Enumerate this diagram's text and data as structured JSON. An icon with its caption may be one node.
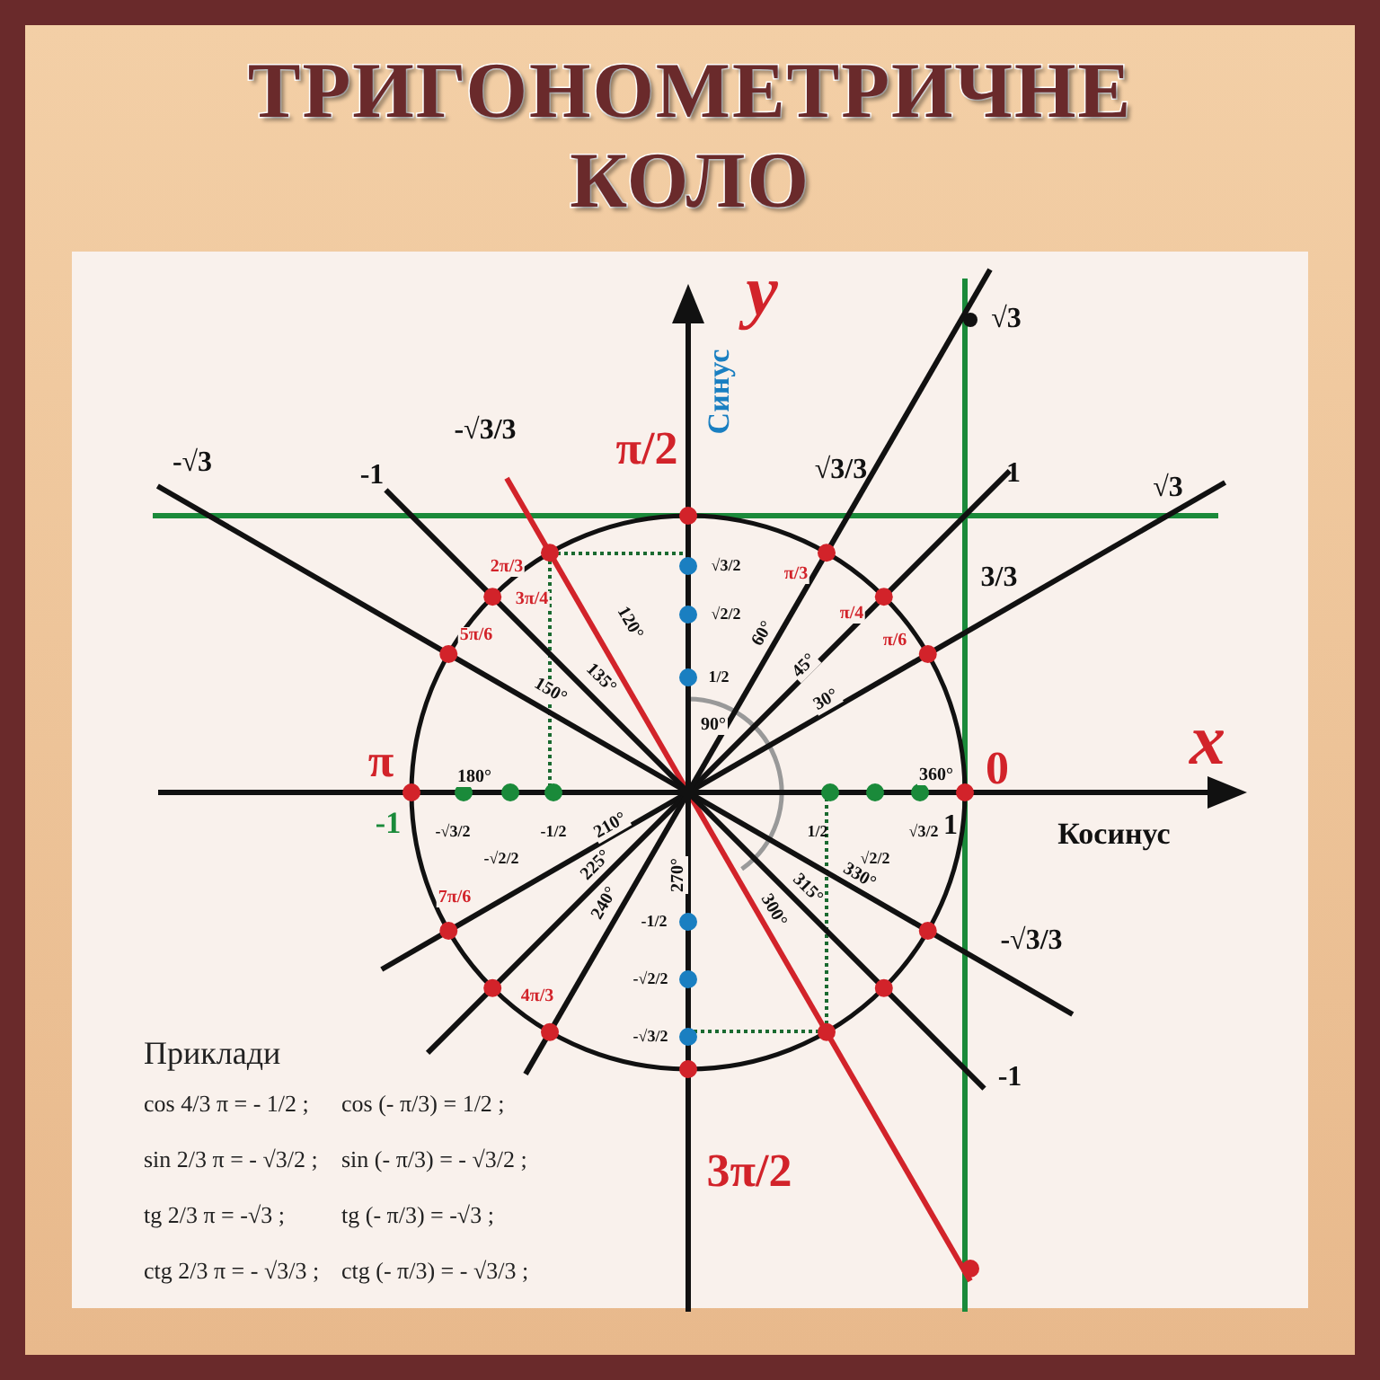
{
  "diagram": {
    "title": "ТРИГОНОМЕТРИЧНЕ КОЛО",
    "labels": [
      "y",
      "Синус",
      "π/2",
      "x",
      "Косинус",
      "π",
      "0",
      "3π/2",
      "-1",
      "1",
      "-√3",
      "-1",
      "-√3/3",
      "√3/3",
      "√3",
      "1",
      "√3",
      "3/3",
      "-√3/3",
      "-1",
      "2π/3",
      "3π/4",
      "5π/6",
      "π/3",
      "π/4",
      "π/6",
      "7π/6",
      "4π/3",
      "120°",
      "135°",
      "150°",
      "60°",
      "45°",
      "30°",
      "90°",
      "180°",
      "360°",
      "210°",
      "225°",
      "240°",
      "270°",
      "300°",
      "315°",
      "330°",
      "√3/2",
      "√2/2",
      "1/2",
      "-1/2",
      "-√2/2",
      "-√3/2",
      "-√3/2",
      "-√2/2",
      "-1/2",
      "1/2",
      "√2/2",
      "√3/2",
      "Приклади",
      "cos 4/3 π = - 1/2 ;",
      "cos (- π/3) = 1/2 ;",
      "sin 2/3 π = - √3/2 ;",
      "sin (- π/3) = - √3/2 ;",
      "tg 2/3 π = -√3 ;",
      "tg (- π/3) = -√3 ;",
      "ctg 2/3 π = - √3/3 ;",
      "ctg (- π/3) = - √3/3 ;"
    ]
  }
}
